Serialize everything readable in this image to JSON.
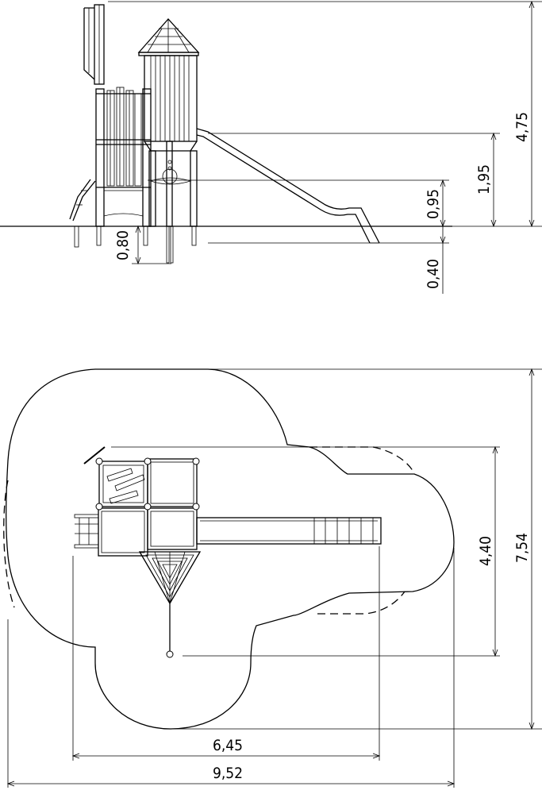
{
  "elevation_view": {
    "dimensions": {
      "overall_height": "4,75",
      "platform_high": "1,95",
      "platform_low": "0,95",
      "post_embed": "0,80",
      "slide_exit": "0,40"
    }
  },
  "plan_view": {
    "dimensions": {
      "equipment_depth": "4,40",
      "safety_zone_depth": "7,54",
      "equipment_width": "6,45",
      "safety_zone_width": "9,52"
    }
  }
}
